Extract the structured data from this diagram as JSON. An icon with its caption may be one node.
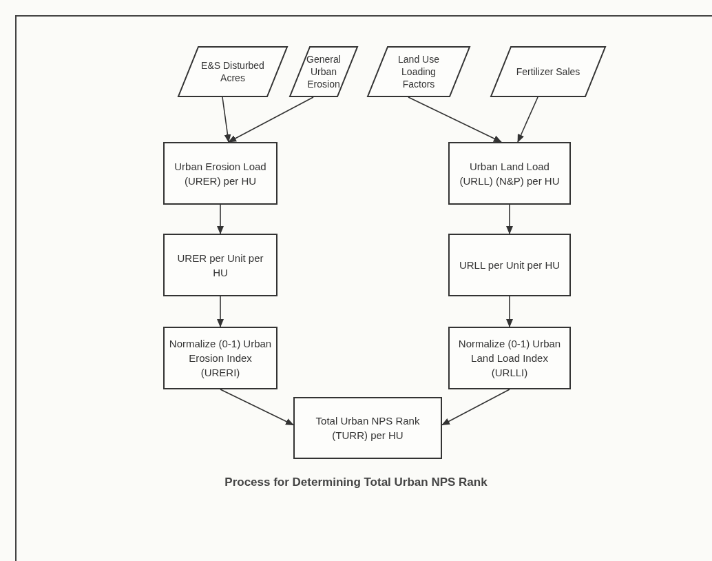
{
  "diagram": {
    "caption": "Process for Determining Total Urban NPS Rank",
    "nodes": [
      {
        "text": [
          "E&S Disturbed Acres"
        ]
      },
      {
        "text": [
          "General Urban Erosion"
        ]
      },
      {
        "text": [
          "Land Use Loading Factors"
        ]
      },
      {
        "text": [
          "Fertilizer Sales"
        ]
      },
      {
        "text": [
          "Urban Erosion Load (URER) per HU"
        ]
      },
      {
        "text": [
          "Urban Land Load (URLL) (N&P) per HU"
        ]
      },
      {
        "text": [
          "URER per Unit per HU"
        ]
      },
      {
        "text": [
          "URLL per Unit per HU"
        ]
      },
      {
        "text": [
          "Normalize (0-1) Urban Erosion Index (URERI)"
        ]
      },
      {
        "text": [
          "Normalize (0-1) Urban Land Load Index (URLLI)"
        ]
      },
      {
        "text": [
          "Total Urban NPS Rank (TURR) per HU"
        ]
      }
    ],
    "edges": [
      {
        "from": 0,
        "to": 4,
        "arrow": "to"
      },
      {
        "from": 1,
        "to": 4,
        "arrow": "to"
      },
      {
        "from": 2,
        "to": 5,
        "arrow": "to"
      },
      {
        "from": 3,
        "to": 5,
        "arrow": "to"
      },
      {
        "from": 4,
        "to": 6,
        "arrow": "to"
      },
      {
        "from": 6,
        "to": 8,
        "arrow": "to"
      },
      {
        "from": 5,
        "to": 7,
        "arrow": "to"
      },
      {
        "from": 7,
        "to": 9,
        "arrow": "to"
      },
      {
        "from": 8,
        "to": 10,
        "arrow": "to"
      },
      {
        "from": 9,
        "to": 10,
        "arrow": "to"
      }
    ]
  }
}
